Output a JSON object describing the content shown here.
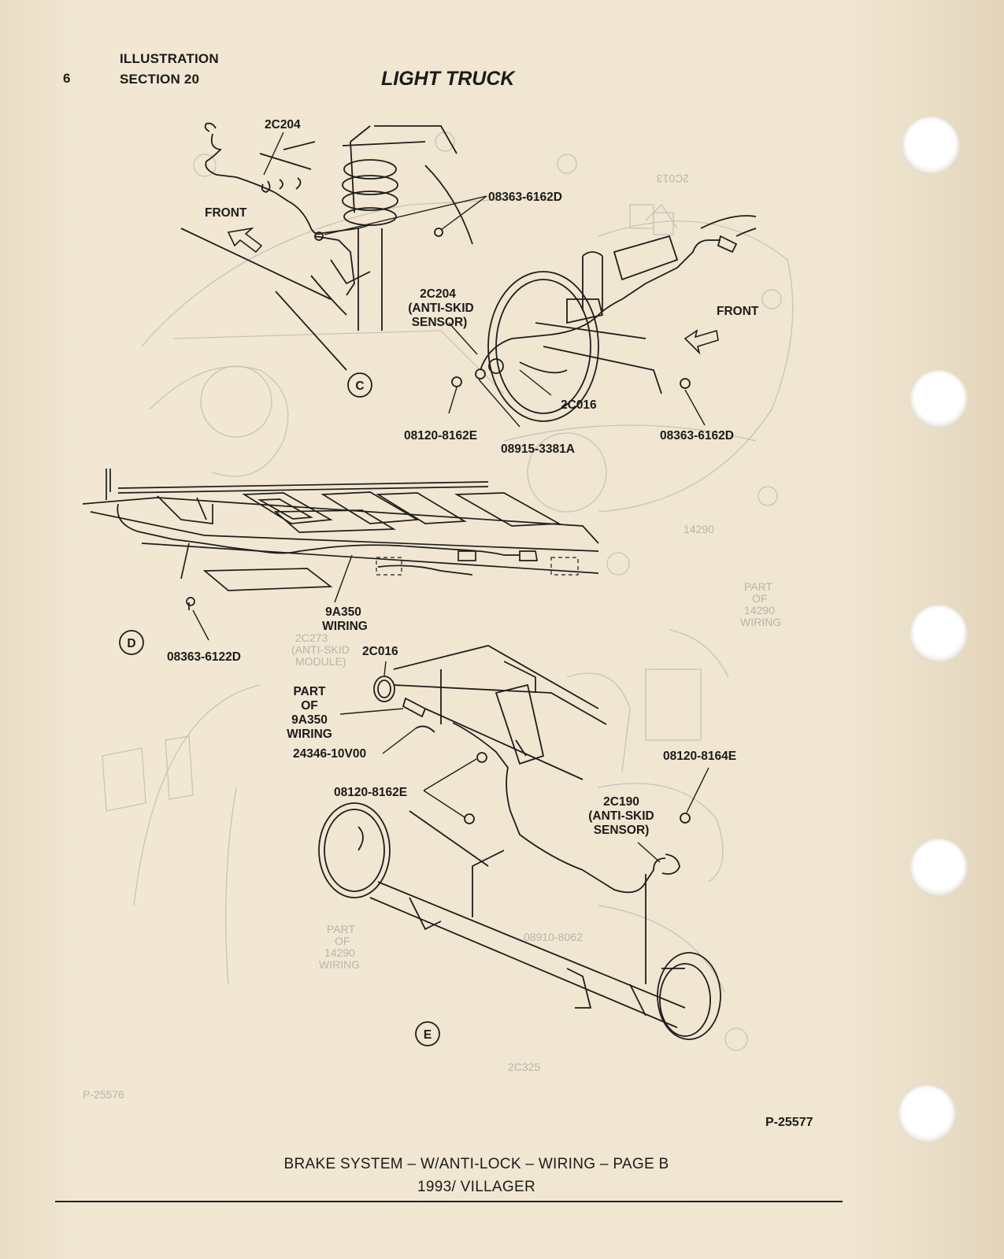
{
  "header": {
    "page_number": "6",
    "section_line1": "ILLUSTRATION",
    "section_line2": "SECTION 20",
    "title": "LIGHT TRUCK"
  },
  "views": {
    "c": {
      "marker": "C",
      "front_top": "FRONT",
      "front_right": "FRONT",
      "part_2c204_top": "2C204",
      "part_08363_6162d_top": "08363-6162D",
      "sensor_part": "2C204",
      "sensor_desc1": "(ANTI-SKID",
      "sensor_desc2": "SENSOR)",
      "part_2c016": "2C016",
      "part_08120_8162e": "08120-8162E",
      "part_08915_3381a": "08915-3381A",
      "part_08363_6162d_right": "08363-6162D"
    },
    "d": {
      "marker": "D",
      "wiring_part": "9A350",
      "wiring_word": "WIRING",
      "bolt": "08363-6122D"
    },
    "e": {
      "marker": "E",
      "part_2c016": "2C016",
      "part_of_1": "PART",
      "part_of_2": "OF",
      "part_of_3": "9A350",
      "part_of_4": "WIRING",
      "clip": "24346-10V00",
      "bolt_left": "08120-8162E",
      "bolt_right": "08120-8164E",
      "sensor_part": "2C190",
      "sensor_desc1": "(ANTI-SKID",
      "sensor_desc2": "SENSOR)"
    }
  },
  "reference_number": "P-25577",
  "footer": {
    "line1": "BRAKE SYSTEM – W/ANTI-LOCK – WIRING – PAGE B",
    "line2": "1993/ VILLAGER"
  }
}
